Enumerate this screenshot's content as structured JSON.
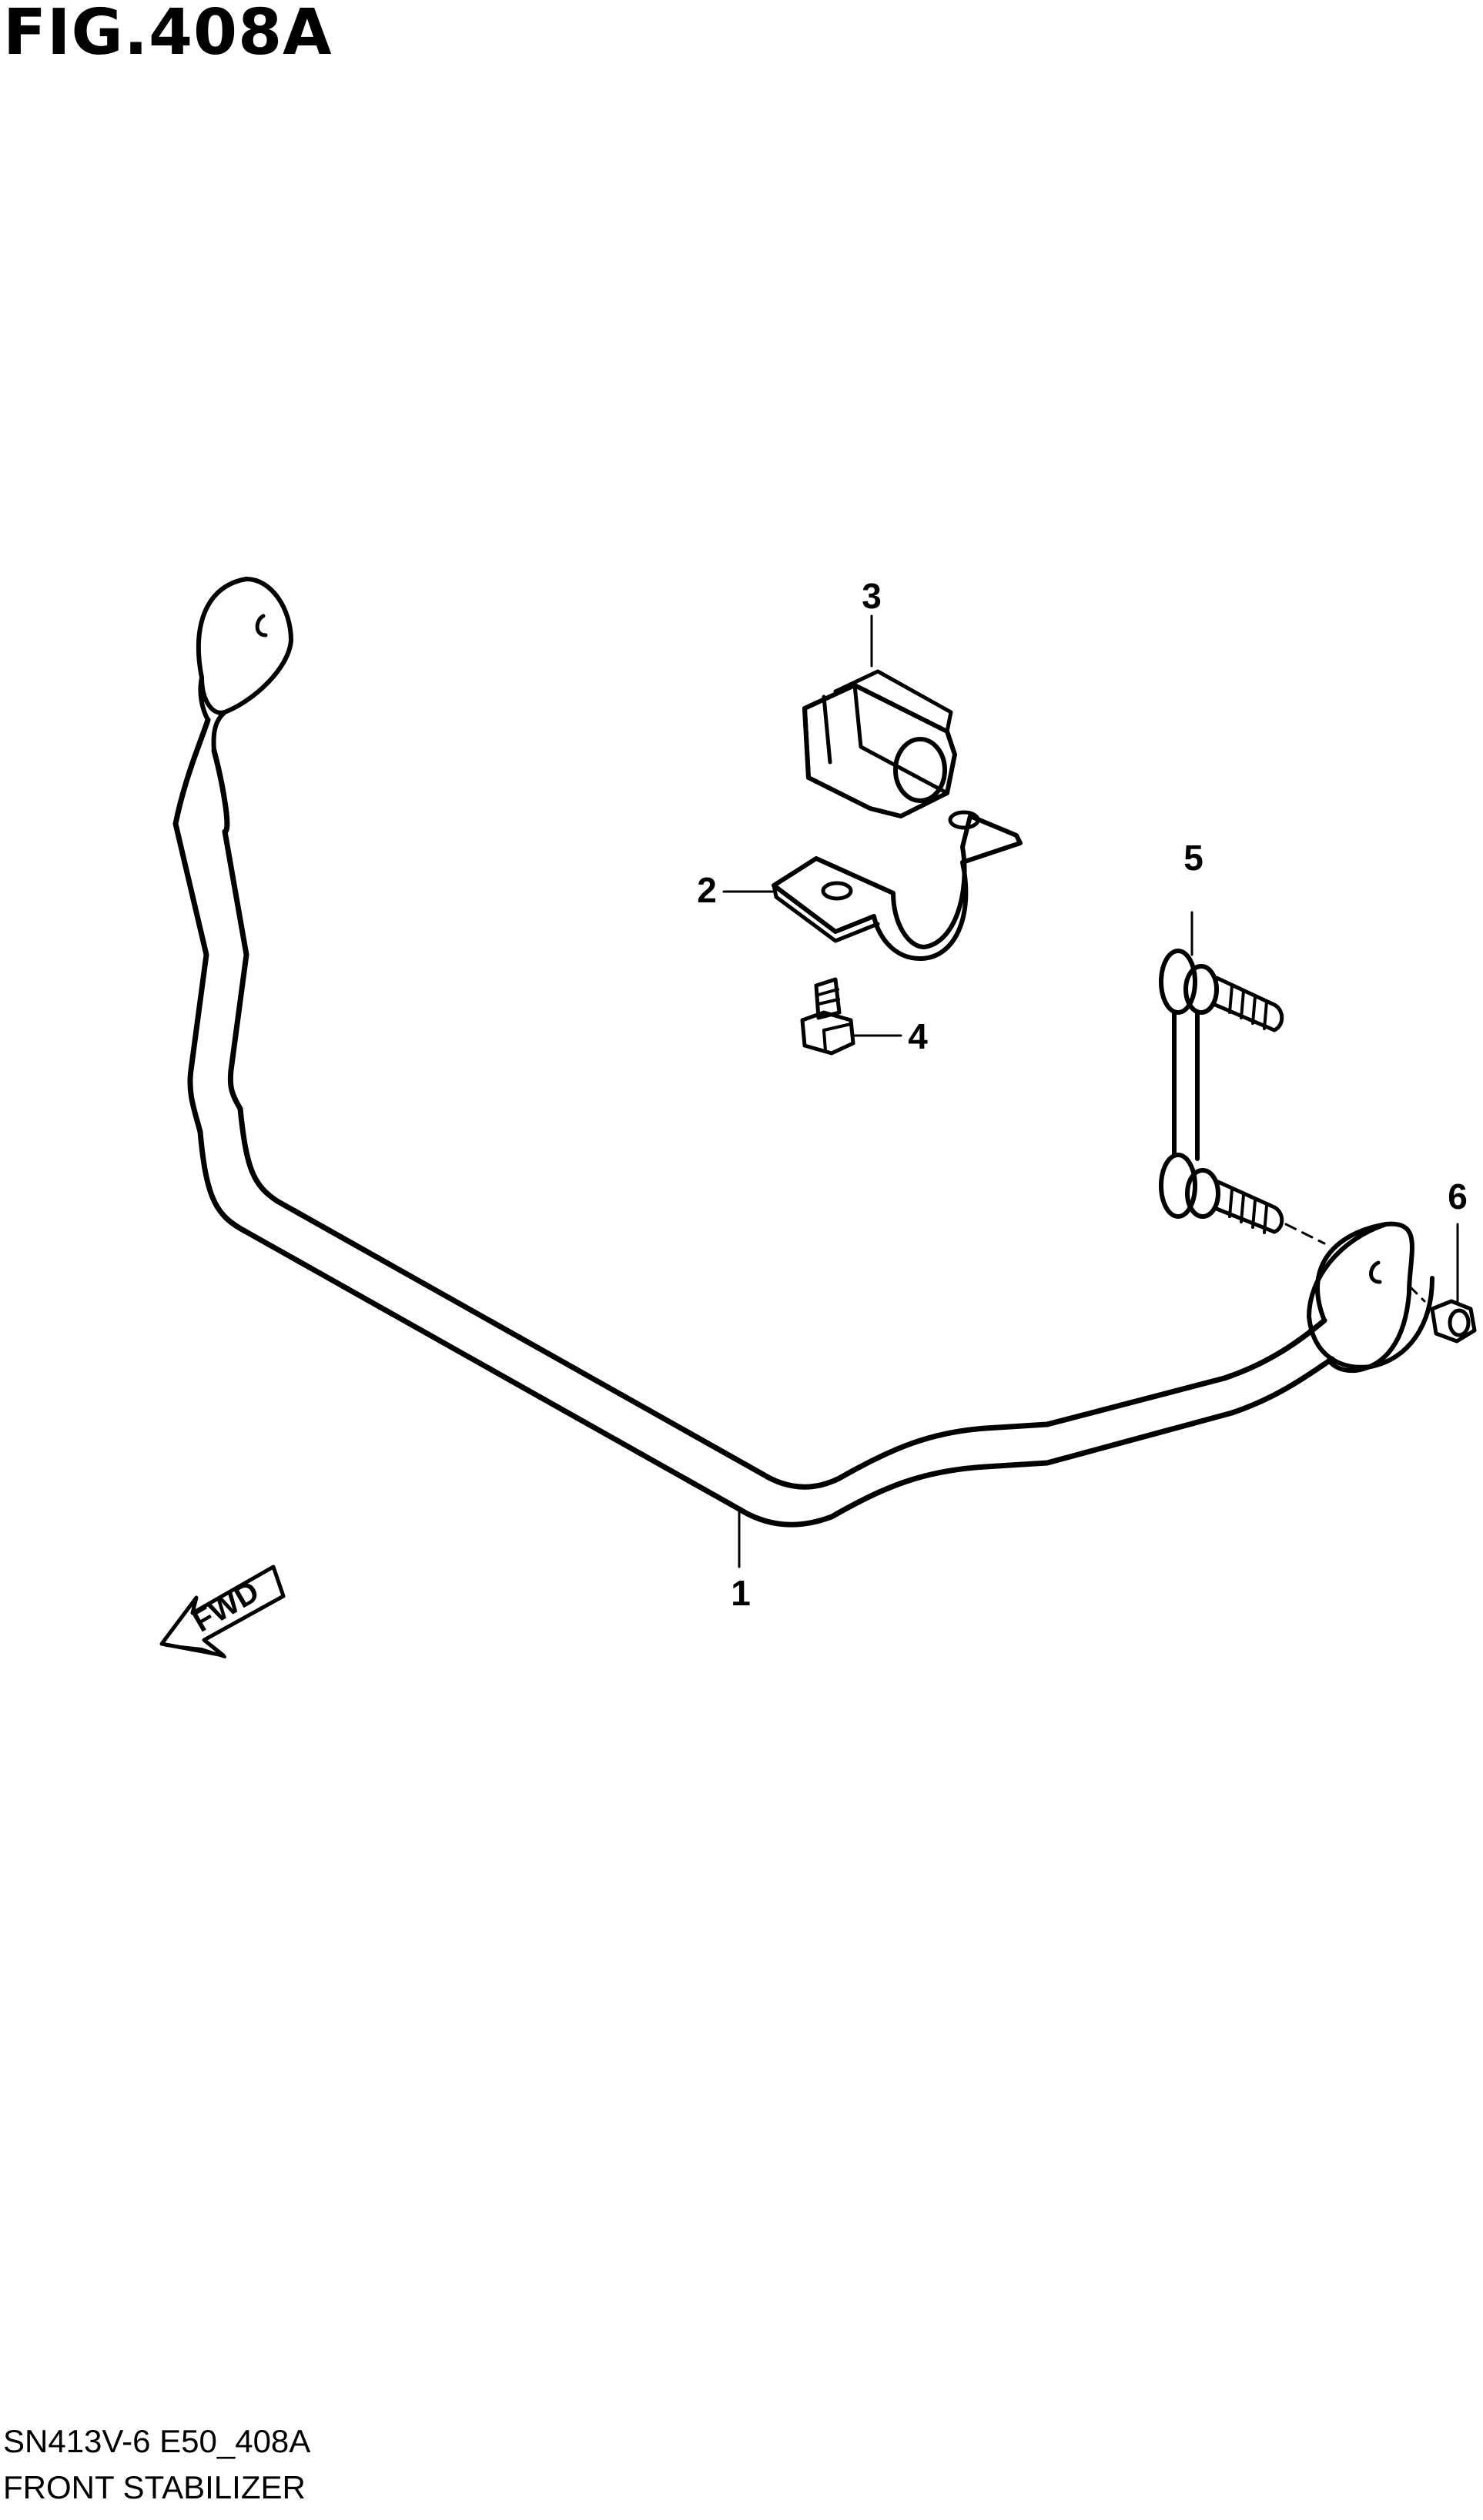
{
  "figure": {
    "title": "FIG.408A",
    "code": "SN413V-6 E50_408A",
    "name": "FRONT STABILIZER"
  },
  "callouts": [
    {
      "number": "1",
      "part": "stabilizer-bar"
    },
    {
      "number": "2",
      "part": "bushing-bracket"
    },
    {
      "number": "3",
      "part": "bushing"
    },
    {
      "number": "4",
      "part": "bolt"
    },
    {
      "number": "5",
      "part": "stabilizer-link"
    },
    {
      "number": "6",
      "part": "nut"
    }
  ],
  "direction_arrow": {
    "label": "FWD"
  },
  "colors": {
    "line": "#000000",
    "background": "#ffffff"
  }
}
